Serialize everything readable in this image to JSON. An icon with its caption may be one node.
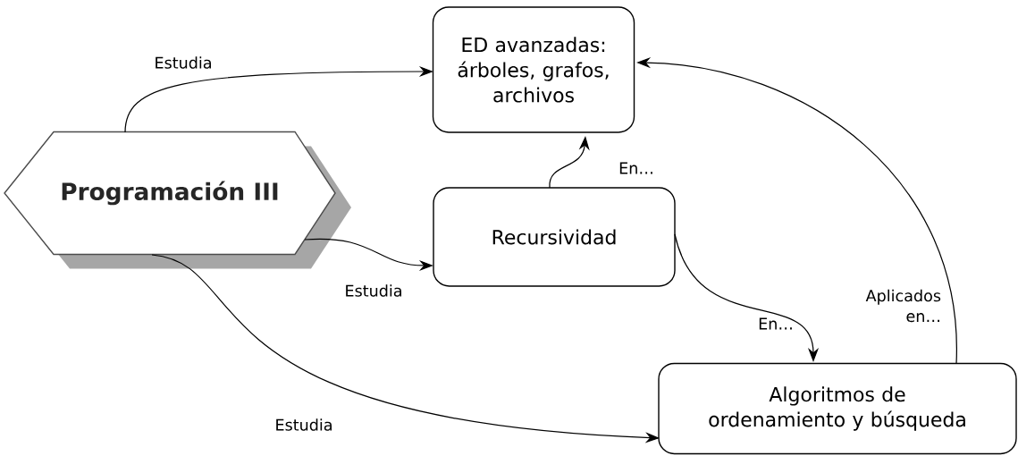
{
  "diagram": {
    "nodes": [
      {
        "text": [
          "Programación III"
        ]
      },
      {
        "text": [
          "ED avanzadas: árboles, grafos, archivos"
        ]
      },
      {
        "text": [
          "Recursividad"
        ]
      },
      {
        "text": [
          "Algoritmos de ordenamiento y búsqueda"
        ]
      }
    ],
    "edges": [
      {
        "from": 0,
        "to": 1,
        "arrow": "to",
        "label": "Estudia"
      },
      {
        "from": 0,
        "to": 2,
        "arrow": "to",
        "label": "Estudia"
      },
      {
        "from": 0,
        "to": 3,
        "arrow": "to",
        "label": "Estudia"
      },
      {
        "from": 2,
        "to": 1,
        "arrow": "to",
        "label": "En…"
      },
      {
        "from": 2,
        "to": 3,
        "arrow": "to",
        "label": "En…"
      },
      {
        "from": 3,
        "to": 1,
        "arrow": "to",
        "label": "Aplicados en…"
      }
    ]
  }
}
